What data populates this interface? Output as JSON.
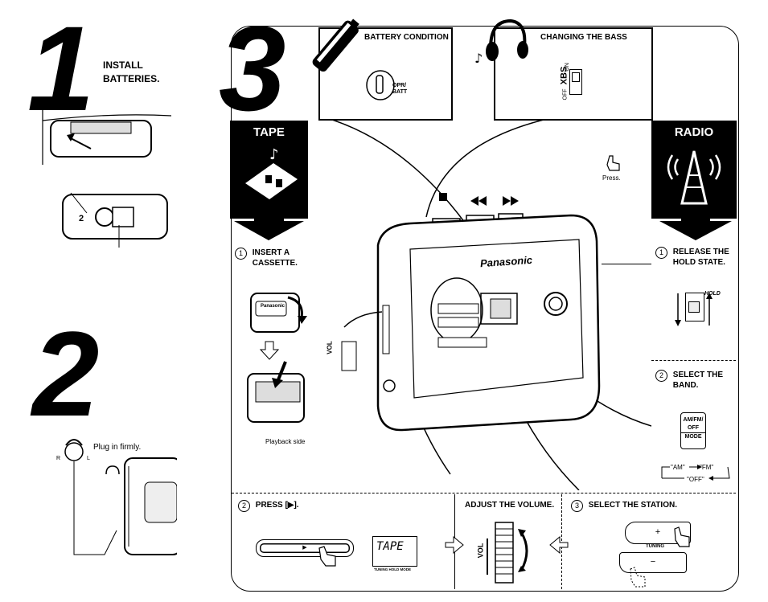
{
  "steps": {
    "step1": {
      "number": "1",
      "title_line1": "INSTALL",
      "title_line2": "BATTERIES."
    },
    "step2": {
      "number": "2",
      "plug_text": "Plug in firmly.",
      "ear_r": "R",
      "ear_l": "L"
    },
    "step3": {
      "number": "3"
    }
  },
  "battery_condition": {
    "title": "BATTERY CONDITION",
    "button_label_line1": "OPR/",
    "button_label_line2": "BATT"
  },
  "changing_bass": {
    "title": "CHANGING THE BASS",
    "xbs_label": "XBS",
    "off_label": "OFF",
    "on_label": "ON"
  },
  "tape": {
    "header": "TAPE",
    "step1_line1": "INSERT A",
    "step1_line2": "CASSETTE.",
    "cassette_brand": "Panasonic",
    "playback_side": "Playback side",
    "step2": "PRESS [▶].",
    "display_text": "TAPE",
    "display_sub": "TUNING  HOLD  MODE"
  },
  "radio": {
    "header": "RADIO",
    "step1_line1": "RELEASE THE",
    "step1_line2": "HOLD STATE.",
    "hold_label": "HOLD",
    "step2_line1": "SELECT THE",
    "step2_line2": "BAND.",
    "band_switch_line1": "AM/FM/",
    "band_switch_line2": "OFF",
    "band_switch_line3": "MODE",
    "band_am": "\"AM\"",
    "band_fm": "\"FM\"",
    "band_off": "\"OFF\"",
    "step3": "SELECT THE STATION.",
    "tuning_label": "TUNING",
    "plus": "+",
    "minus": "−"
  },
  "press_hint": "Press.",
  "volume": {
    "title": "ADJUST THE VOLUME.",
    "vol_label": "VOL"
  },
  "device": {
    "brand": "Panasonic"
  },
  "circled": {
    "one": "1",
    "two": "2",
    "three": "3"
  }
}
